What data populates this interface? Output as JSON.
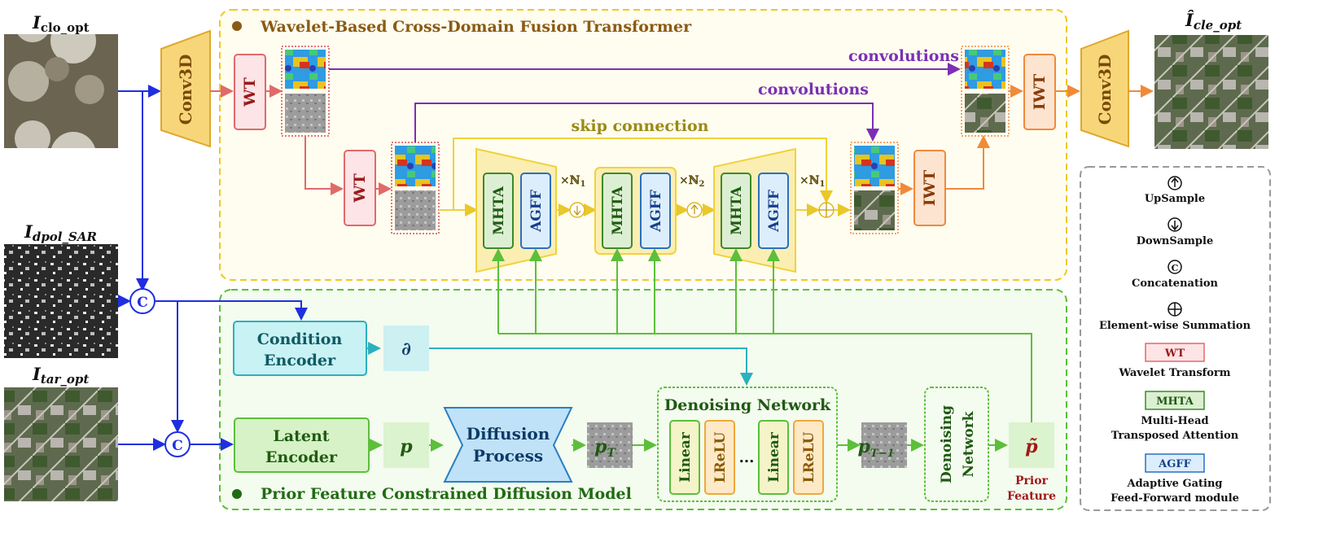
{
  "inputs": {
    "cloudy_label": "I",
    "cloudy_sub": "clo_opt",
    "sar_label": "I",
    "sar_sub": "dpol_SAR",
    "target_label": "I",
    "target_sub": "tar_opt",
    "output_label": "Î",
    "output_sub": "cle_opt"
  },
  "transformer": {
    "title": "Wavelet-Based Cross-Domain Fusion Transformer",
    "conv3d": "Conv3D",
    "wt": "WT",
    "iwt": "IWT",
    "conv_label_1": "convolutions",
    "conv_label_2": "convolutions",
    "skip_label": "skip connection",
    "mhta": "MHTA",
    "agff": "AGFF",
    "mult_1": "×ℕ",
    "mult_1_sub": "1",
    "mult_2": "×ℕ",
    "mult_2_sub": "2",
    "mult_3": "×ℕ",
    "mult_3_sub": "1"
  },
  "diffusion": {
    "title": "Prior Feature Constrained Diffusion Model",
    "cond_encoder_l1": "Condition",
    "cond_encoder_l2": "Encoder",
    "partial": "∂",
    "latent_encoder_l1": "Latent",
    "latent_encoder_l2": "Encoder",
    "p": "p",
    "diffusion_l1": "Diffusion",
    "diffusion_l2": "Process",
    "pT": "p",
    "pT_sub": "T",
    "denoise_title": "Denoising Network",
    "linear": "Linear",
    "lrelu": "LReLU",
    "ellipsis": "...",
    "pT1": "p",
    "pT1_sub": "T−1",
    "denoise_vertical_l1": "Denoising",
    "denoise_vertical_l2": "Network",
    "p_tilde": "p̃",
    "prior_l1": "Prior",
    "prior_l2": "Feature"
  },
  "concat_symbol": "C",
  "legend": {
    "upsample": "UpSample",
    "downsample": "DownSample",
    "concatenation": "Concatenation",
    "element_sum": "Element-wise Summation",
    "wt_box": "WT",
    "wt_desc": "Wavelet Transform",
    "mhta_box": "MHTA",
    "mhta_desc_l1": "Multi-Head",
    "mhta_desc_l2": "Transposed Attention",
    "agff_box": "AGFF",
    "agff_desc_l1": "Adaptive Gating",
    "agff_desc_l2": "Feed-Forward module"
  },
  "colors": {
    "blue_arrow": "#1f2fe0",
    "red_arrow": "#e06a6a",
    "purple_arrow": "#7b2fb5",
    "yellow_arrow": "#f0d23a",
    "green_arrow": "#5cbf3a",
    "teal_arrow": "#2bb0c0",
    "orange_arrow": "#f08a3a",
    "title_brown": "#8a5a14",
    "dark_green": "#1f6b12",
    "prior_red": "#a01818"
  }
}
